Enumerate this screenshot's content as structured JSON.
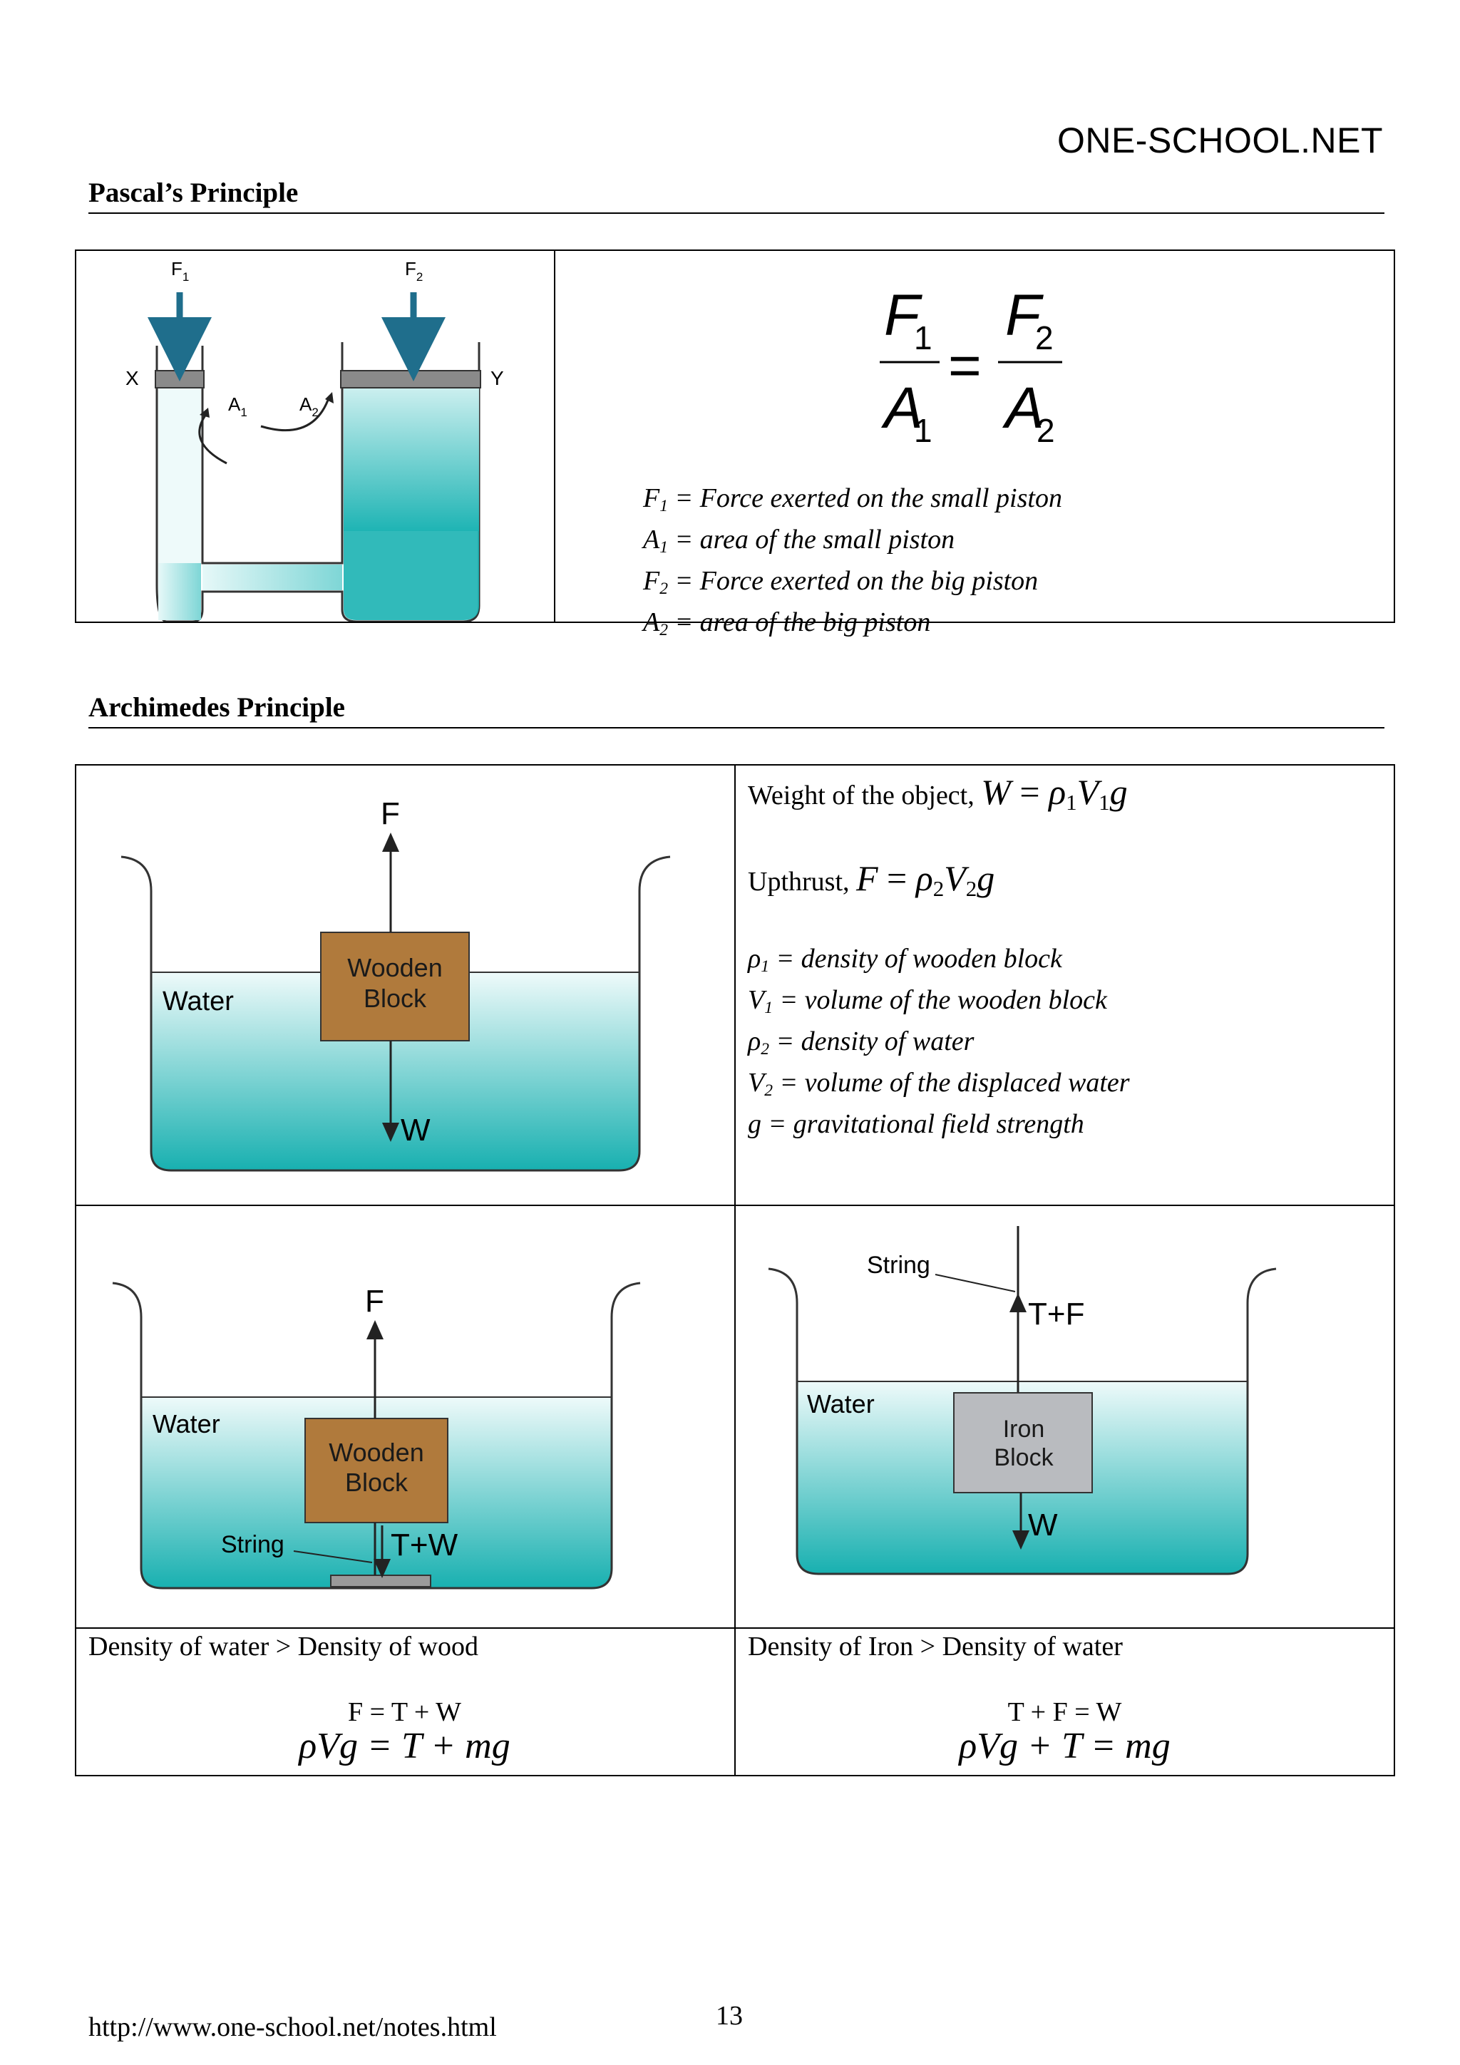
{
  "header": {
    "brand": "ONE-SCHOOL.NET"
  },
  "pascal": {
    "title": "Pascal’s Principle",
    "diagram": {
      "f1": "F",
      "f1_sub": "1",
      "f2": "F",
      "f2_sub": "2",
      "x": "X",
      "y": "Y",
      "a1": "A",
      "a1_sub": "1",
      "a2": "A",
      "a2_sub": "2"
    },
    "formula": {
      "f": "F",
      "a": "A",
      "sub1": "1",
      "sub2": "2",
      "eq": "="
    },
    "legend": [
      {
        "sym": "F",
        "sub": "1",
        "text": " = Force exerted on the small piston"
      },
      {
        "sym": "A",
        "sub": "1",
        "text": " = area of the small piston"
      },
      {
        "sym": "F",
        "sub": "2",
        "text": " = Force exerted on the big piston"
      },
      {
        "sym": "A",
        "sub": "2",
        "text": " = area of the big piston"
      }
    ]
  },
  "archimedes": {
    "title": "Archimedes Principle",
    "weight_label": "Weight of the object,",
    "weight_formula": {
      "w": "W",
      "eq": " = ",
      "rho": "ρ",
      "sub1": "1",
      "v": "V",
      "g": "g"
    },
    "upthrust_label": "Upthrust,",
    "upthrust_formula": {
      "f": "F",
      "eq": " = ",
      "rho": "ρ",
      "sub2": "2",
      "v": "V",
      "g": "g"
    },
    "legend": [
      {
        "sym": "ρ",
        "sub": "1",
        "text": " = density of wooden block"
      },
      {
        "sym": "V",
        "sub": "1",
        "text": " = volume of the wooden block"
      },
      {
        "sym": "ρ",
        "sub": "2",
        "text": " = density of water"
      },
      {
        "sym": "V",
        "sub": "2",
        "text": " = volume of the displaced water"
      },
      {
        "sym": "g",
        "sub": "",
        "text": " = gravitational field strength"
      }
    ],
    "fig1": {
      "f": "F",
      "w": "W",
      "water": "Water",
      "block1": "Wooden",
      "block2": "Block"
    },
    "fig2": {
      "f": "F",
      "tw": "T+W",
      "water": "Water",
      "string": "String",
      "block1": "Wooden",
      "block2": "Block"
    },
    "fig3": {
      "tf": "T+F",
      "w": "W",
      "water": "Water",
      "string": "String",
      "block1": "Iron",
      "block2": "Block"
    },
    "left_case": {
      "condition": "Density of water > Density of wood",
      "eq1": "F = T + W",
      "eq2": "ρVg = T + mg"
    },
    "right_case": {
      "condition": "Density of Iron > Density of water",
      "eq1": "T + F = W",
      "eq2": "ρVg + T = mg"
    }
  },
  "footer": {
    "url": "http://www.one-school.net/notes.html",
    "page": "13"
  },
  "colors": {
    "water_top": "#e6f8f8",
    "water_bottom": "#1bb3b3",
    "wood": "#b07a3c",
    "iron": "#b9bbbf",
    "arrow_blue": "#1f6e8c",
    "piston": "#8a8a8a"
  }
}
